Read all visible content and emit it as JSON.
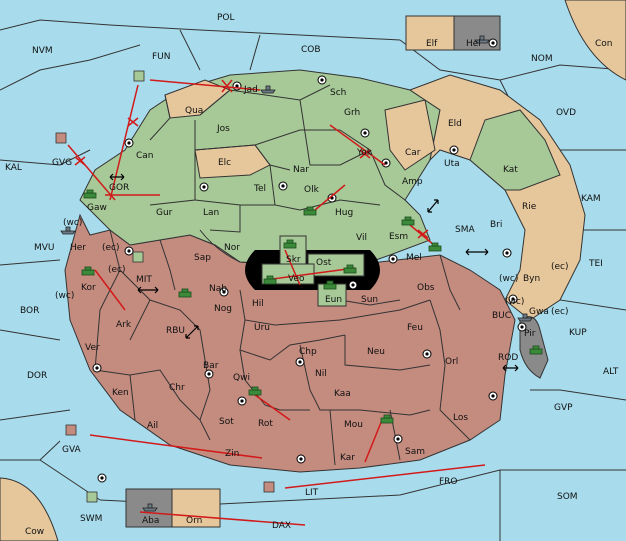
{
  "colors": {
    "sea": "#a8dced",
    "green": "#a7c997",
    "tan": "#e6c79c",
    "red": "#c48b7f",
    "grey": "#8a8a8a",
    "orders": "#d21a1a"
  },
  "labels": [
    {
      "id": "pol",
      "text": "POL"
    },
    {
      "id": "nvm",
      "text": "NVM"
    },
    {
      "id": "fun",
      "text": "FUN"
    },
    {
      "id": "cob",
      "text": "COB"
    },
    {
      "id": "elf",
      "text": "Elf"
    },
    {
      "id": "hel",
      "text": "Hel"
    },
    {
      "id": "con",
      "text": "Con"
    },
    {
      "id": "nom",
      "text": "NOM"
    },
    {
      "id": "ovd",
      "text": "OVD"
    },
    {
      "id": "kal",
      "text": "KAL"
    },
    {
      "id": "gvg",
      "text": "GVG"
    },
    {
      "id": "gor",
      "text": "GOR"
    },
    {
      "id": "qua",
      "text": "Qua"
    },
    {
      "id": "jad",
      "text": "Jad"
    },
    {
      "id": "sch",
      "text": "Sch"
    },
    {
      "id": "grh",
      "text": "Grh"
    },
    {
      "id": "jos",
      "text": "Jos"
    },
    {
      "id": "can",
      "text": "Can"
    },
    {
      "id": "elc",
      "text": "Elc"
    },
    {
      "id": "nar",
      "text": "Nar"
    },
    {
      "id": "yok",
      "text": "Yok"
    },
    {
      "id": "car",
      "text": "Car"
    },
    {
      "id": "eld",
      "text": "Eld"
    },
    {
      "id": "uta",
      "text": "Uta"
    },
    {
      "id": "kat",
      "text": "Kat"
    },
    {
      "id": "kam",
      "text": "KAM"
    },
    {
      "id": "tel",
      "text": "Tel"
    },
    {
      "id": "olk",
      "text": "Olk"
    },
    {
      "id": "amp",
      "text": "Amp"
    },
    {
      "id": "gaw",
      "text": "Gaw"
    },
    {
      "id": "gur",
      "text": "Gur"
    },
    {
      "id": "lan",
      "text": "Lan"
    },
    {
      "id": "hug",
      "text": "Hug"
    },
    {
      "id": "rie",
      "text": "Rie"
    },
    {
      "id": "bri",
      "text": "Bri"
    },
    {
      "id": "sma",
      "text": "SMA"
    },
    {
      "id": "esm",
      "text": "Esm"
    },
    {
      "id": "vil",
      "text": "Vil"
    },
    {
      "id": "wc1",
      "text": "(wc)"
    },
    {
      "id": "mvu",
      "text": "MVU"
    },
    {
      "id": "her",
      "text": "Her"
    },
    {
      "id": "ec1",
      "text": "(ec)"
    },
    {
      "id": "nor",
      "text": "Nor"
    },
    {
      "id": "sap",
      "text": "Sap"
    },
    {
      "id": "skr",
      "text": "Skr"
    },
    {
      "id": "ost",
      "text": "Ost"
    },
    {
      "id": "mel",
      "text": "Mel"
    },
    {
      "id": "byn",
      "text": "Byn"
    },
    {
      "id": "wc2",
      "text": "(wc)"
    },
    {
      "id": "ec2",
      "text": "(ec)"
    },
    {
      "id": "tei",
      "text": "TEI"
    },
    {
      "id": "ec3",
      "text": "(ec)"
    },
    {
      "id": "mit",
      "text": "MIT"
    },
    {
      "id": "kor",
      "text": "Kor"
    },
    {
      "id": "wc3",
      "text": "(wc)"
    },
    {
      "id": "veo",
      "text": "Veo"
    },
    {
      "id": "nab",
      "text": "Nab"
    },
    {
      "id": "eun",
      "text": "Eun"
    },
    {
      "id": "sun",
      "text": "Sun"
    },
    {
      "id": "obs",
      "text": "Obs"
    },
    {
      "id": "wc4",
      "text": "(wc)"
    },
    {
      "id": "gwa",
      "text": "Gwa"
    },
    {
      "id": "ec4",
      "text": "(ec)"
    },
    {
      "id": "bor",
      "text": "BOR"
    },
    {
      "id": "hil",
      "text": "Hil"
    },
    {
      "id": "ark",
      "text": "Ark"
    },
    {
      "id": "rbu",
      "text": "RBU"
    },
    {
      "id": "nog",
      "text": "Nog"
    },
    {
      "id": "uru",
      "text": "Uru"
    },
    {
      "id": "feu",
      "text": "Feu"
    },
    {
      "id": "buc",
      "text": "BUC"
    },
    {
      "id": "pir",
      "text": "Pir"
    },
    {
      "id": "kup",
      "text": "KUP"
    },
    {
      "id": "ver",
      "text": "Ver"
    },
    {
      "id": "chp",
      "text": "Chp"
    },
    {
      "id": "neu",
      "text": "Neu"
    },
    {
      "id": "orl",
      "text": "Orl"
    },
    {
      "id": "rod",
      "text": "ROD"
    },
    {
      "id": "dor",
      "text": "DOR"
    },
    {
      "id": "bar",
      "text": "Bar"
    },
    {
      "id": "qwi",
      "text": "Qwi"
    },
    {
      "id": "nil",
      "text": "Nil"
    },
    {
      "id": "alt",
      "text": "ALT"
    },
    {
      "id": "ken",
      "text": "Ken"
    },
    {
      "id": "chr",
      "text": "Chr"
    },
    {
      "id": "kaa",
      "text": "Kaa"
    },
    {
      "id": "gvp",
      "text": "GVP"
    },
    {
      "id": "los",
      "text": "Los"
    },
    {
      "id": "ail",
      "text": "Ail"
    },
    {
      "id": "sot",
      "text": "Sot"
    },
    {
      "id": "rot",
      "text": "Rot"
    },
    {
      "id": "mou",
      "text": "Mou"
    },
    {
      "id": "gva",
      "text": "GVA"
    },
    {
      "id": "zin",
      "text": "Zin"
    },
    {
      "id": "kar",
      "text": "Kar"
    },
    {
      "id": "sam",
      "text": "Sam"
    },
    {
      "id": "fro",
      "text": "FRO"
    },
    {
      "id": "lit",
      "text": "LIT"
    },
    {
      "id": "som",
      "text": "SOM"
    },
    {
      "id": "swm",
      "text": "SWM"
    },
    {
      "id": "aba",
      "text": "Aba"
    },
    {
      "id": "orn",
      "text": "Orn"
    },
    {
      "id": "cow",
      "text": "Cow"
    },
    {
      "id": "dax",
      "text": "DAX"
    }
  ]
}
